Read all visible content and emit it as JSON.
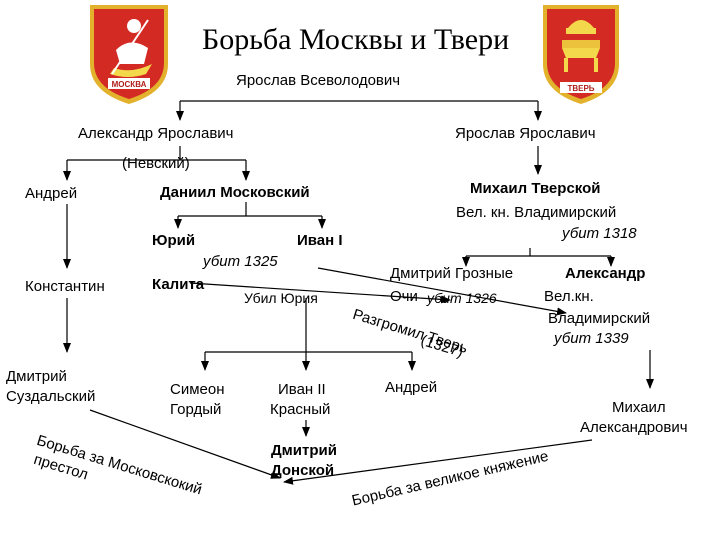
{
  "title": "Борьба Москвы и Твери",
  "coats_of_arms": {
    "moscow": {
      "caption": "МОСКВА",
      "field_color": "#d42a24",
      "rim_color": "#e3b22c"
    },
    "tver": {
      "caption": "ТВЕРЬ",
      "field_color": "#d42a24",
      "rim_color": "#e3b22c"
    }
  },
  "persons": {
    "yaroslav_vsevolodovich": "Ярослав Всеволодович",
    "alexander_yaroslavich": "Александр Ярославич",
    "nevsky": "(Невский)",
    "yaroslav_yaroslavich": "Ярослав Ярославич",
    "andrey": "Андрей",
    "daniil": "Даниил Московский",
    "mikhail_tverskoy": "Михаил  Тверской",
    "vel_kn_vladimirsky": "Вел. кн. Владимирский",
    "ubit_1318": "убит 1318",
    "yury": "Юрий",
    "ivan_i": "Иван I",
    "ubit_1325": "убит 1325",
    "konstantin": "Константин",
    "kalita": "Калита",
    "dmitry_groznye": "Дмитрий Грозные",
    "ochi": "Очи",
    "ubit_1326": "убит 1326",
    "alexandr": "Александр",
    "vel_kn": "Вел.кн.",
    "vladimirsky": "Владимирский",
    "ubit_1339": "убит 1339",
    "dmitry_suzdal_1": "Дмитрий",
    "dmitry_suzdal_2": "Суздальский",
    "simeon_1": "Симеон",
    "simeon_2": "Гордый",
    "ivan_ii_1": "Иван  II",
    "ivan_ii_2": "Красный",
    "andrey_2": "Андрей",
    "mikhail_alex_1": "Михаил",
    "mikhail_alex_2": "Александрович",
    "dmitry_donskoy_1": "Дмитрий",
    "dmitry_donskoy_2": "Донской"
  },
  "annotations": {
    "ubil_yuria": "Убил Юрия",
    "razgromil_tver_1": "Разгромил Тверь",
    "razgromil_tver_2": "(1327)",
    "borba_prestol_1": "Борьба за Московскокий",
    "borba_prestol_2": "престол",
    "borba_knyazhenie": "Борьба за великое княжение"
  }
}
